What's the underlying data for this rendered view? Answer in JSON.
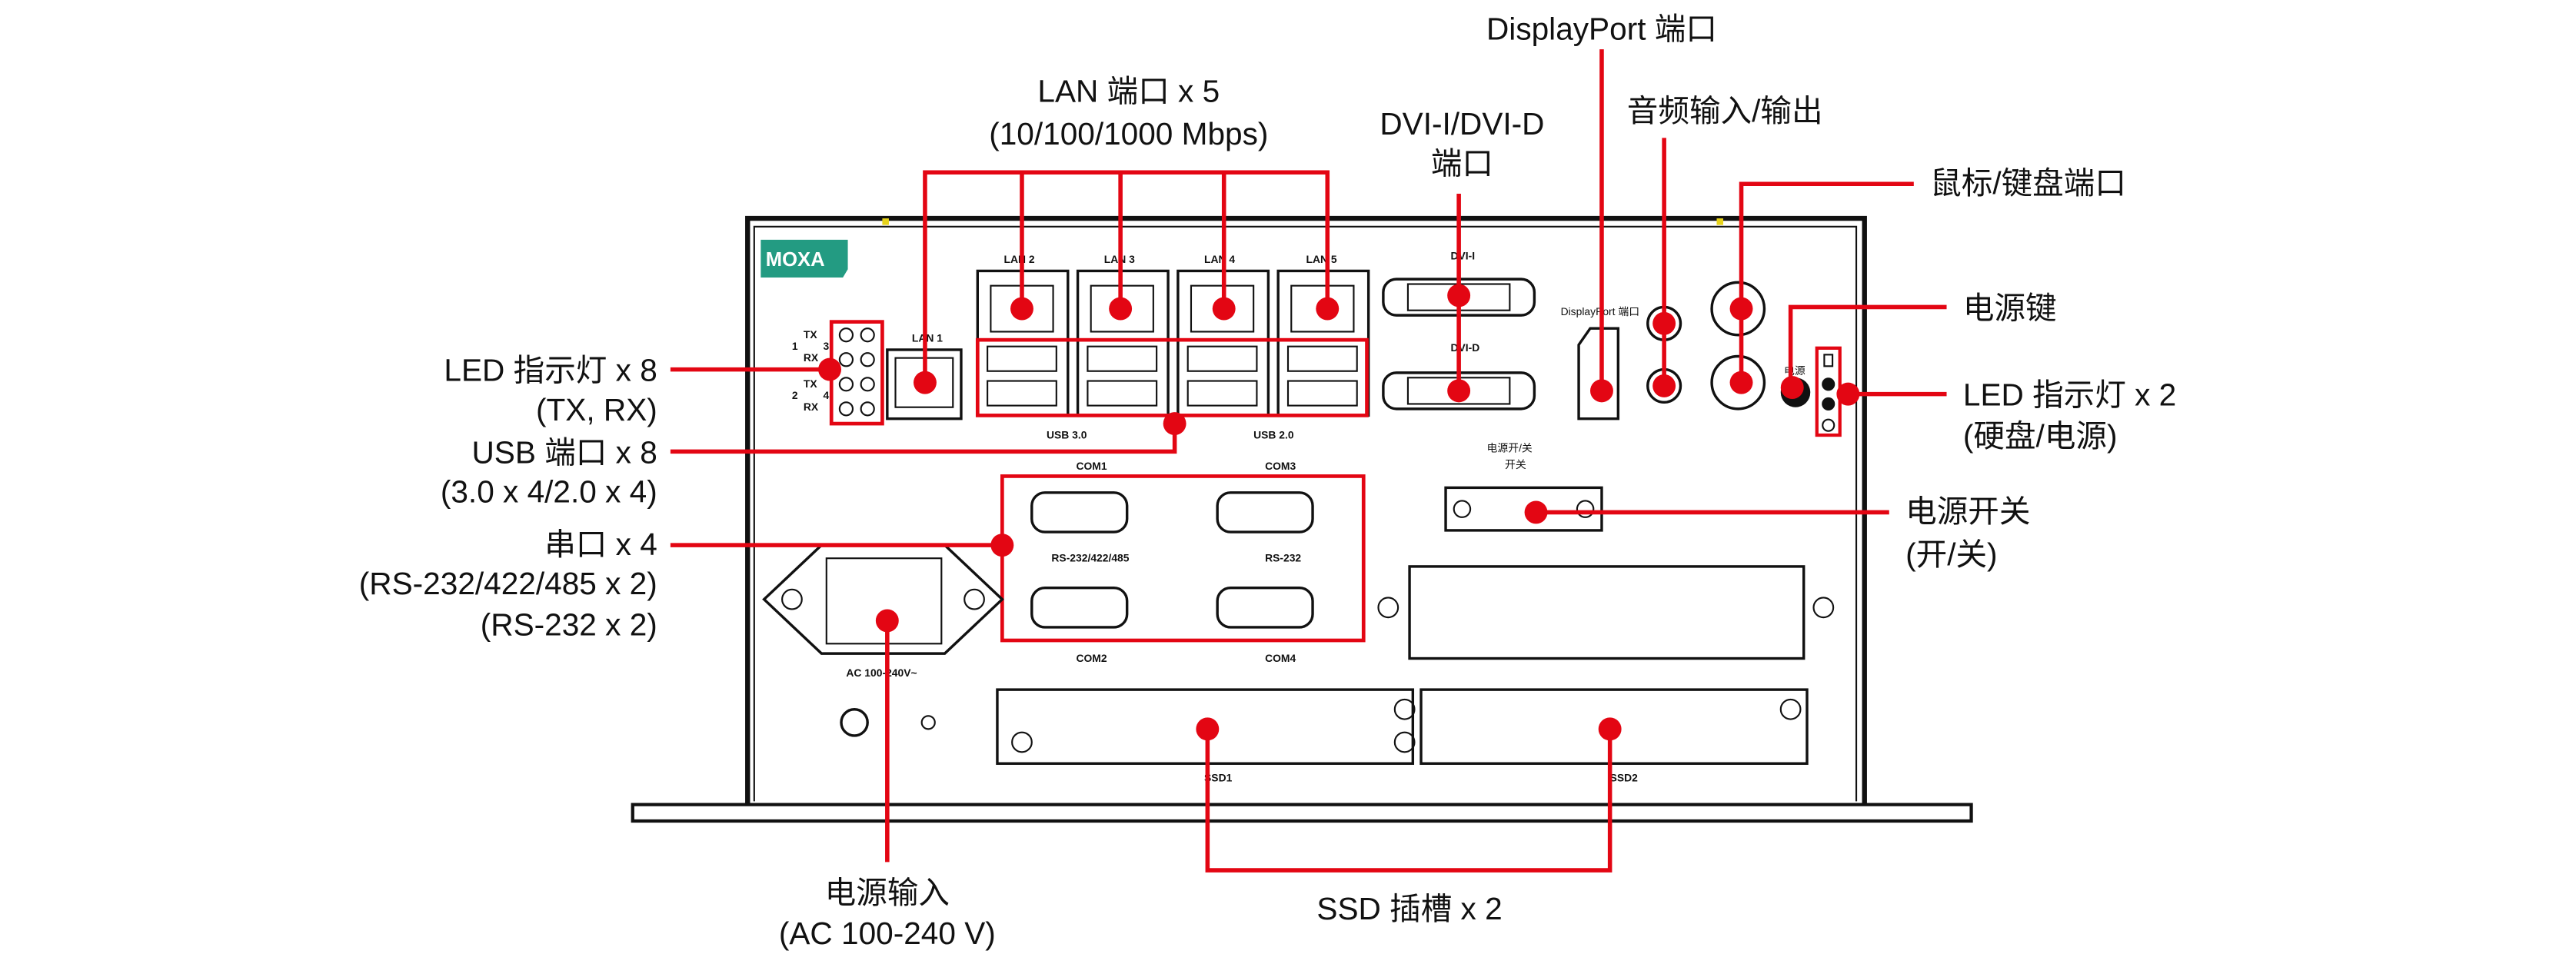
{
  "accent_color": "#e30613",
  "logo_color": "#239b82",
  "logo": "MOXA",
  "callouts": {
    "displayport": "DisplayPort 端口",
    "lan_title": "LAN 端口 x 5",
    "lan_speed": "(10/100/1000 Mbps)",
    "dvi_title": "DVI-I/DVI-D",
    "dvi_sub": "端口",
    "audio": "音频输入/输出",
    "ps2": "鼠标/键盘端口",
    "power_button": "电源键",
    "led2_title": "LED 指示灯 x 2",
    "led2_sub": "(硬盘/电源)",
    "power_switch_title": "电源开关",
    "power_switch_sub": "(开/关)",
    "led8_title": "LED 指示灯 x 8",
    "led8_sub": "(TX, RX)",
    "usb_title": "USB 端口 x 8",
    "usb_sub": "(3.0 x 4/2.0 x 4)",
    "serial_title": "串口 x 4",
    "serial_sub1": "(RS-232/422/485 x 2)",
    "serial_sub2": "(RS-232 x 2)",
    "power_input_title": "电源输入",
    "power_input_sub": "(AC 100-240 V)",
    "ssd": "SSD 插槽 x 2"
  },
  "panel": {
    "lan_labels": [
      "LAN 1",
      "LAN 2",
      "LAN 3",
      "LAN 4",
      "LAN 5"
    ],
    "usb30": "USB 3.0",
    "usb20": "USB 2.0",
    "dvi_i": "DVI-I",
    "dvi_d": "DVI-D",
    "displayport": "DisplayPort 端口",
    "power_small": "电源",
    "switch_label1": "电源开/关",
    "switch_label2": "开关",
    "com_labels": [
      "COM1",
      "COM3",
      "COM2",
      "COM4"
    ],
    "rs_labels": [
      "RS-232/422/485",
      "RS-232"
    ],
    "ac": "AC 100-240V~",
    "ssd_labels": [
      "SSD1",
      "SSD2"
    ],
    "led_tx": "TX",
    "led_rx": "RX",
    "led_nums": [
      "1",
      "2",
      "3",
      "4"
    ]
  }
}
